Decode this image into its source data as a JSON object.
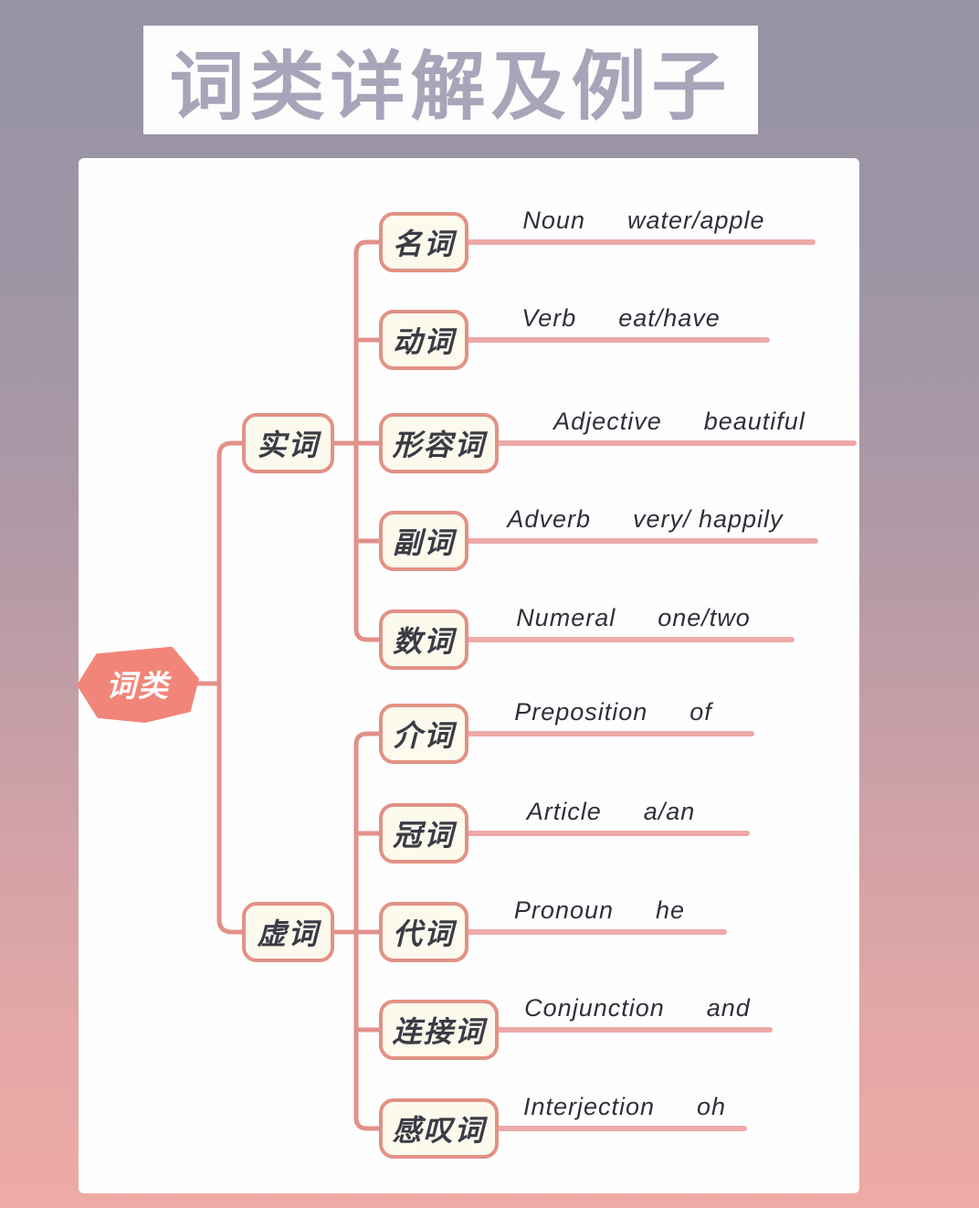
{
  "title": "词类详解及例子",
  "root": {
    "label": "词类"
  },
  "branches": [
    {
      "label": "实词",
      "children": [
        {
          "label": "名词",
          "en": "Noun",
          "example": "water/apple"
        },
        {
          "label": "动词",
          "en": "Verb",
          "example": "eat/have"
        },
        {
          "label": "形容词",
          "en": "Adjective",
          "example": "beautiful"
        },
        {
          "label": "副词",
          "en": "Adverb",
          "example": "very/ happily"
        },
        {
          "label": "数词",
          "en": "Numeral",
          "example": "one/two"
        }
      ]
    },
    {
      "label": "虚词",
      "children": [
        {
          "label": "介词",
          "en": "Preposition",
          "example": "of"
        },
        {
          "label": "冠词",
          "en": "Article",
          "example": "a/an"
        },
        {
          "label": "代词",
          "en": "Pronoun",
          "example": "he"
        },
        {
          "label": "连接词",
          "en": "Conjunction",
          "example": "and"
        },
        {
          "label": "感叹词",
          "en": "Interjection",
          "example": "oh"
        }
      ]
    }
  ],
  "colors": {
    "root_fill": "#f28579",
    "node_fill": "#fcf9ed",
    "node_border": "#e29185",
    "wire": "#e2908a",
    "underline": "#edaaa8",
    "title_text": "#a7a5b9",
    "background_top": "#9694a4",
    "background_bottom": "#eeaba5"
  }
}
